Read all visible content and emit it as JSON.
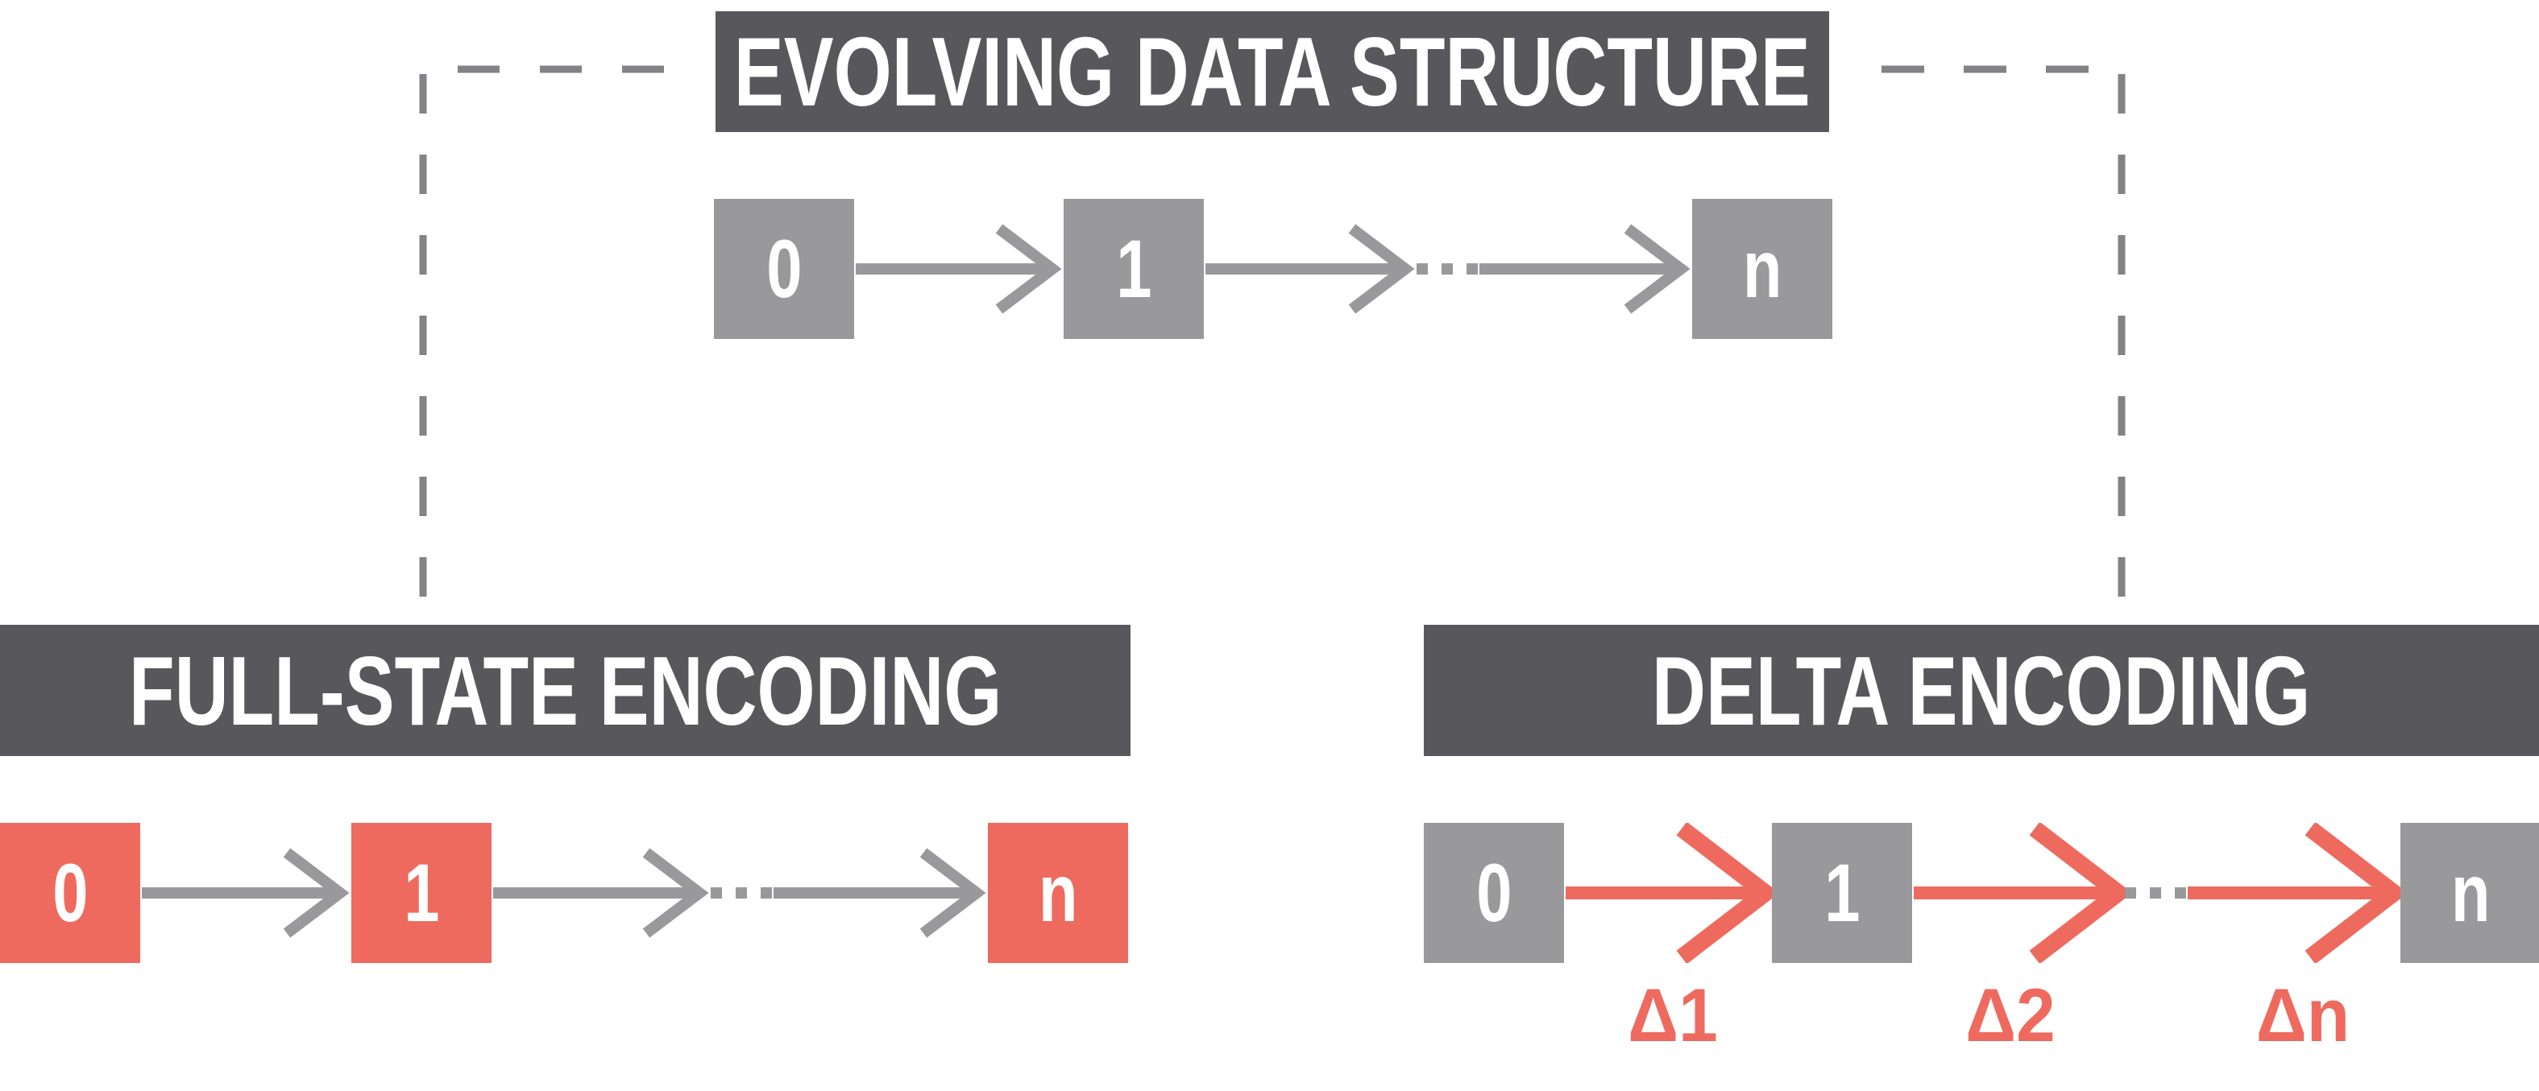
{
  "evolving": {
    "title": "EVOLVING DATA STRUCTURE",
    "nodes": [
      "0",
      "1",
      "n"
    ],
    "ellipsis": "···"
  },
  "full_state": {
    "title": "FULL-STATE ENCODING",
    "nodes": [
      "0",
      "1",
      "n"
    ],
    "ellipsis": "···"
  },
  "delta": {
    "title": "DELTA ENCODING",
    "nodes": [
      "0",
      "1",
      "n"
    ],
    "ellipsis": "···",
    "delta_labels": [
      "Δ1",
      "Δ2",
      "Δn"
    ]
  },
  "colors": {
    "banner_dark": "#58575C",
    "node_gray": "#99989B",
    "accent_red": "#EE6A5E",
    "dash_gray": "#838287",
    "text_white": "#FFFFFF"
  }
}
